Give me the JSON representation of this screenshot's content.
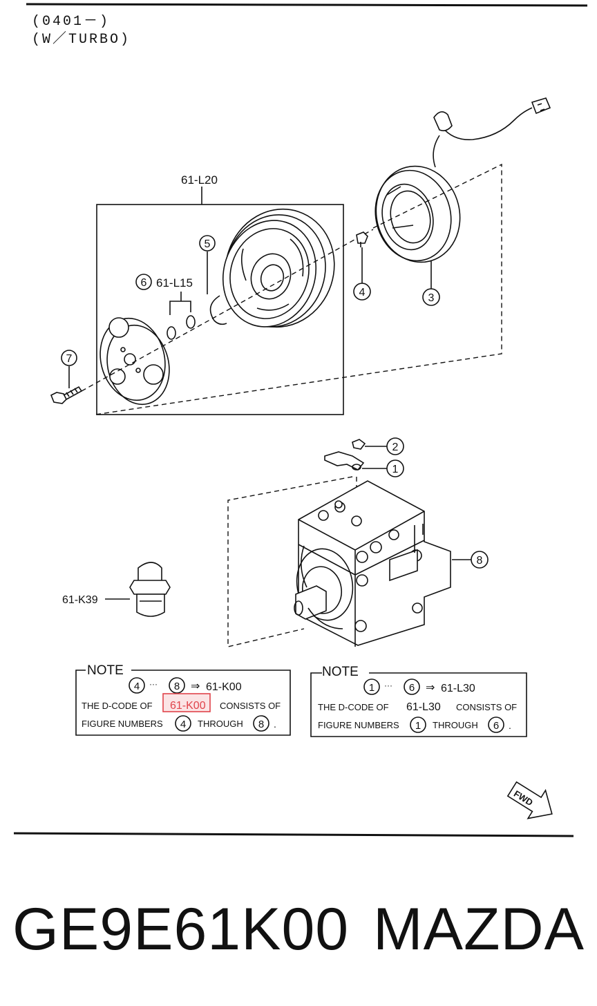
{
  "header": {
    "line1": "(0401－)",
    "line2": "(W／TURBO)"
  },
  "callouts": {
    "l20": "61-L20",
    "l15": "61-L15",
    "k39": "61-K39",
    "n1": "1",
    "n2": "2",
    "n3": "3",
    "n4": "4",
    "n5": "5",
    "n6": "6",
    "n7": "7",
    "n8": "8"
  },
  "notes": [
    {
      "heading": "NOTE",
      "range_from": "4",
      "range_to": "8",
      "range_dots": "···",
      "arrow": "⇒",
      "code": "61-K00",
      "line2_prefix": "THE D-CODE OF",
      "line2_code": "61-K00",
      "line2_suffix": "CONSISTS OF",
      "line3_prefix": "FIGURE NUMBERS",
      "line3_from": "4",
      "line3_mid": "THROUGH",
      "line3_to": "8",
      "line3_end": "."
    },
    {
      "heading": "NOTE",
      "range_from": "1",
      "range_to": "6",
      "range_dots": "···",
      "arrow": "⇒",
      "code": "61-L30",
      "line2_prefix": "THE D-CODE OF",
      "line2_code": "61-L30",
      "line2_suffix": "CONSISTS OF",
      "line3_prefix": "FIGURE NUMBERS",
      "line3_from": "1",
      "line3_mid": "THROUGH",
      "line3_to": "6",
      "line3_end": "."
    }
  ],
  "fwd_label": "FWD",
  "highlight_color": "#e0434a",
  "footer": {
    "part_number": "GE9E61K00",
    "brand": "MAZDA"
  }
}
